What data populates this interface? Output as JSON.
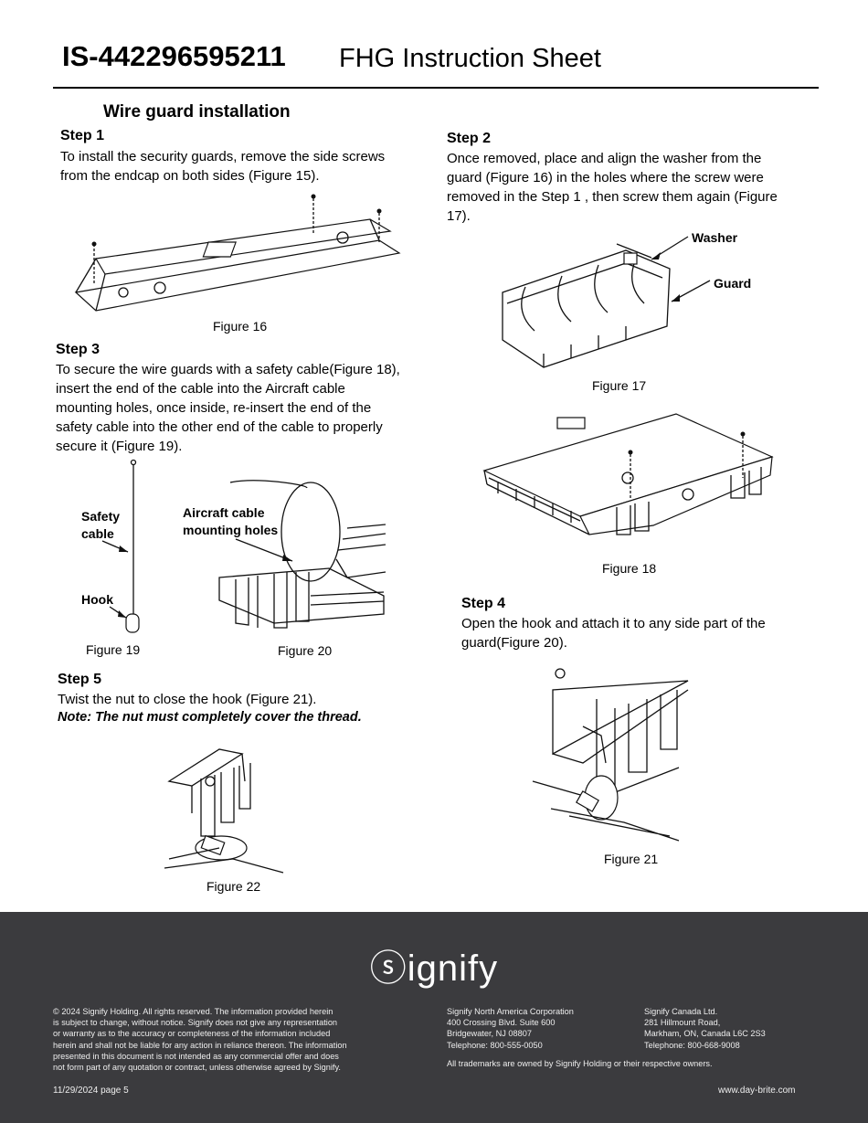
{
  "header": {
    "doc_id": "IS-442296595211",
    "title": "FHG Instruction Sheet"
  },
  "section_title": "Wire guard installation",
  "step1": {
    "heading": "Step 1",
    "lines": [
      "To install the security guards, remove the side screws",
      "from the endcap on both sides (Figure 15)."
    ],
    "figure": "Figure 16"
  },
  "step2": {
    "heading": "Step 2",
    "lines": [
      "Once removed, place and align the washer from  the",
      "guard (Figure 16) in the holes where the screw were",
      "removed in the Step 1 , then screw them again (Figure",
      "17)."
    ],
    "callouts": {
      "washer": "Washer",
      "guard": "Guard"
    },
    "figure": "Figure 17"
  },
  "step3": {
    "heading": "Step 3",
    "lines": [
      "To secure the wire guards with a safety cable(Figure 18),",
      "insert the end of the cable into the Aircraft cable",
      "mounting holes, once inside, re-insert the end of the",
      "safety cable into the other end of the cable to properly",
      "secure it (Figure 19)."
    ],
    "callouts": {
      "safety_1": "Safety",
      "safety_2": "cable",
      "hook": "Hook",
      "aircraft_1": "Aircraft cable",
      "aircraft_2": "mounting holes"
    },
    "figure_a": "Figure 19",
    "figure_b": "Figure 20"
  },
  "figure18": "Figure 18",
  "step4": {
    "heading": "Step 4",
    "lines": [
      "Open the hook and attach it to any side part of the",
      "guard(Figure 20)."
    ],
    "figure": "Figure 21"
  },
  "step5": {
    "heading": "Step 5",
    "line": "Twist the nut to close the hook (Figure 21).",
    "note": "Note: The nut must completely cover the thread.",
    "figure": "Figure 22"
  },
  "footer": {
    "logo": "ⓢignify",
    "legal": [
      "© 2024  Signify Holding. All rights reserved. The information provided herein",
      "is subject to change, without notice. Signify does not give any representation",
      "or warranty as to the accuracy or completeness of the information included",
      "herein and shall not be liable for any action in reliance thereon. The information",
      "presented in this document is not intended as any commercial offer and does",
      "not form part of any quotation or contract, unless otherwise agreed by Signify."
    ],
    "na": [
      "Signify North America Corporation",
      "400 Crossing Blvd. Suite 600",
      "Bridgewater, NJ 08807",
      "Telephone: 800-555-0050"
    ],
    "ca": [
      "Signify Canada Ltd.",
      "281 Hillmount Road,",
      "Markham, ON, Canada L6C 2S3",
      "Telephone: 800-668-9008"
    ],
    "trademarks": "All trademarks are owned by Signify Holding or their respective owners.",
    "date_page": "11/29/2024   page  5",
    "website": "www.day-brite.com"
  }
}
